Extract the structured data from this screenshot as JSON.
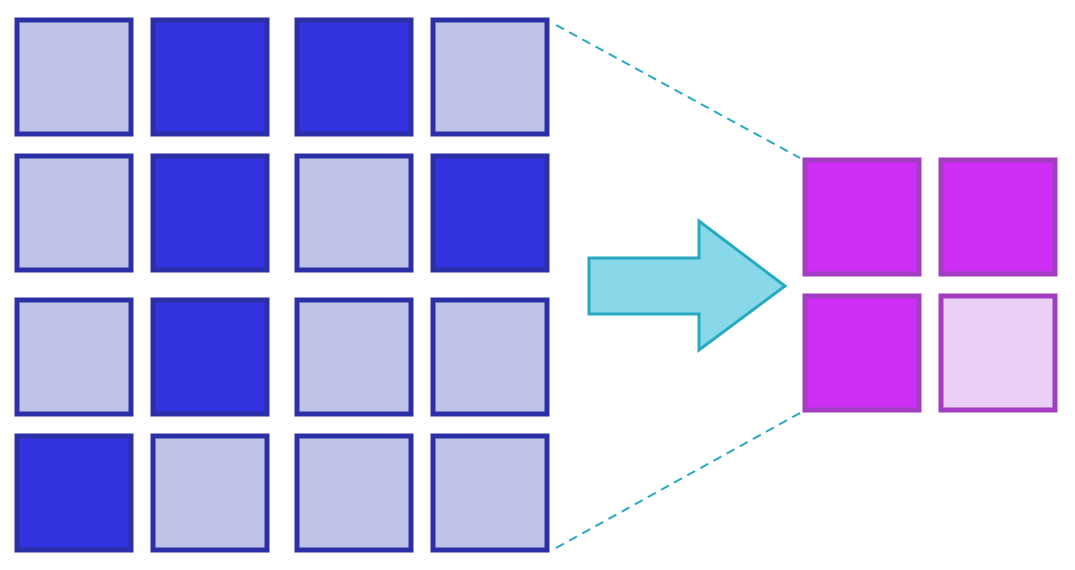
{
  "input_grid": {
    "rows": [
      [
        "off",
        "on",
        "on",
        "off"
      ],
      [
        "off",
        "on",
        "off",
        "on"
      ],
      [
        "off",
        "on",
        "off",
        "off"
      ],
      [
        "on",
        "off",
        "off",
        "off"
      ]
    ]
  },
  "output_grid": {
    "rows": [
      [
        "on",
        "on"
      ],
      [
        "on",
        "off"
      ]
    ]
  },
  "colors": {
    "input_on_fill": "#3333e0",
    "input_off_fill": "#c0c3e8",
    "input_stroke": "#2d2fa6",
    "output_on_fill": "#cf2ef5",
    "output_off_fill": "#eccff5",
    "output_stroke": "#a23dc2",
    "arrow_fill": "#88d8ea",
    "arrow_stroke": "#28a9c2",
    "connector_stroke": "#28a9c2"
  }
}
